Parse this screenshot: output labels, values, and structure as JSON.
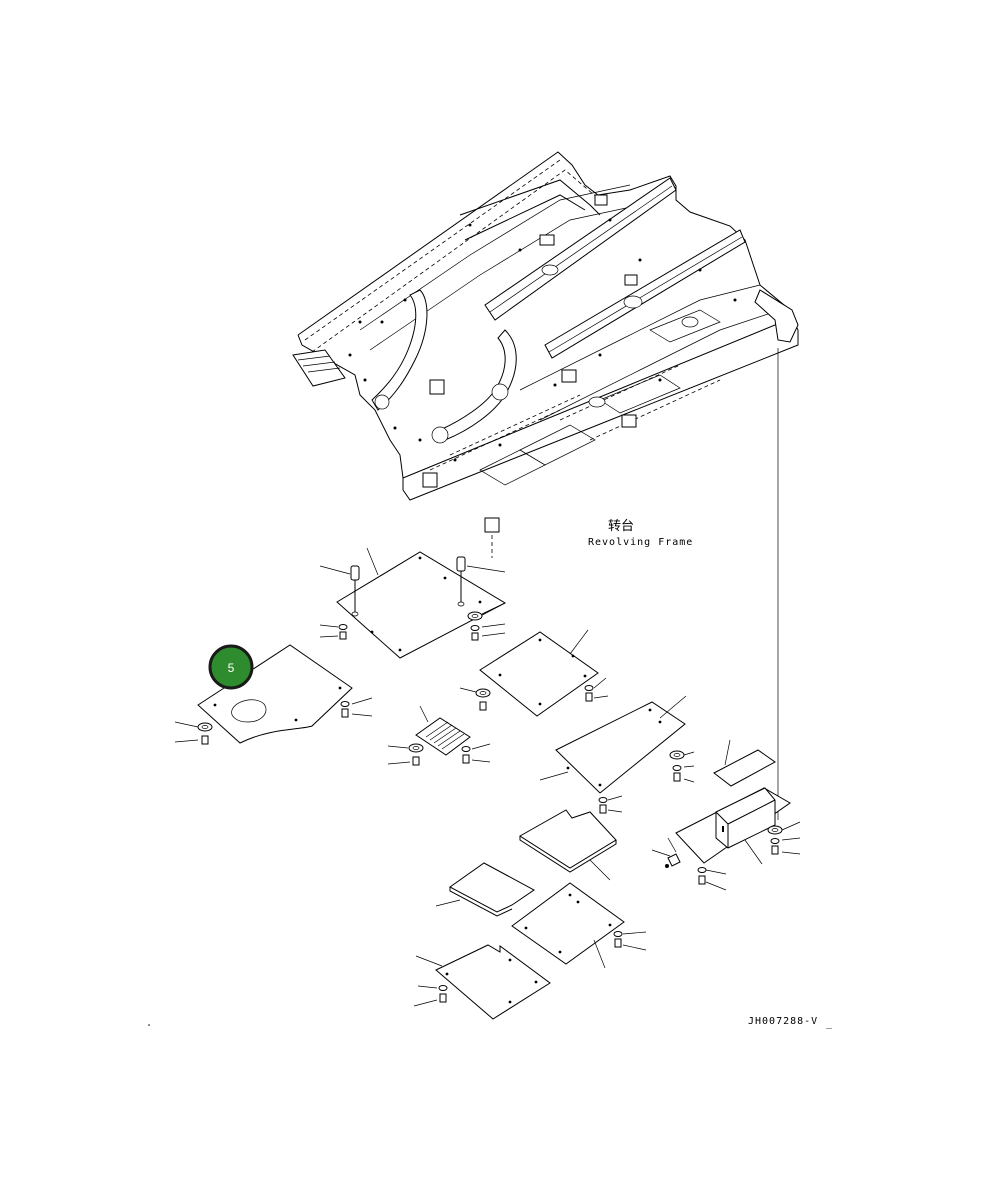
{
  "frame_label_cn": "转台",
  "frame_label_en": "Revolving Frame",
  "drawing_ref": "JH007288-V",
  "drawing_ref_suffix": "_",
  "callout": {
    "number": "5",
    "color": "#2e8b2e",
    "ring_color": "#1a1a1a"
  }
}
